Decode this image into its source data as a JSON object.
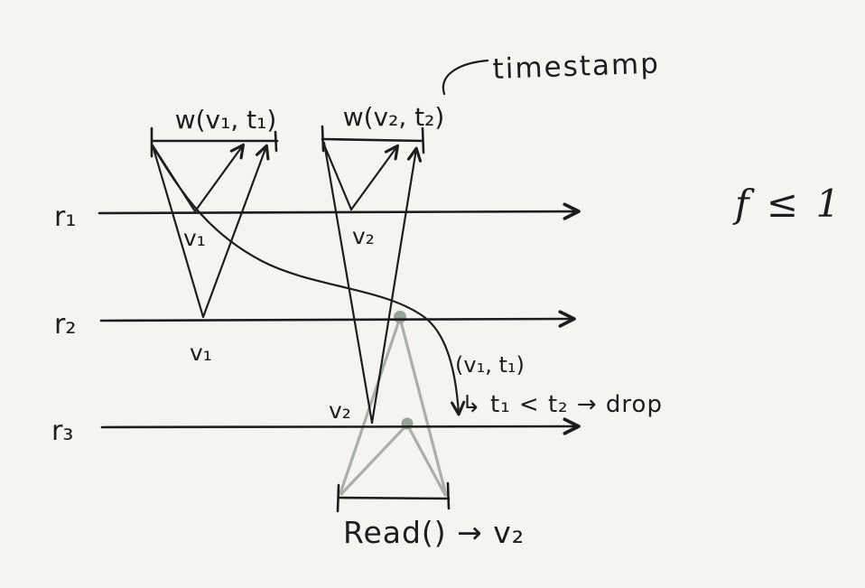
{
  "colors": {
    "bg": "#f5f4f0",
    "ink": "#1d1d1f",
    "read_stroke": "#a9b1a7",
    "read_marker": "#98a196"
  },
  "annotations": {
    "timestamp_label": "timestamp",
    "fault_bound": "f ≤ 1",
    "dropped_payload": "(v₁, t₁)",
    "drop_rule": "↳ t₁ < t₂ → drop",
    "read_result": "Read() → v₂"
  },
  "writes": {
    "w1": {
      "label": "w(v₁, t₁)"
    },
    "w2": {
      "label": "w(v₂, t₂)"
    }
  },
  "replicas": {
    "r1": {
      "label": "r₁",
      "v1": "v₁",
      "v2": "v₂"
    },
    "r2": {
      "label": "r₂",
      "v1": "v₁"
    },
    "r3": {
      "label": "r₃",
      "v2": "v₂"
    }
  }
}
